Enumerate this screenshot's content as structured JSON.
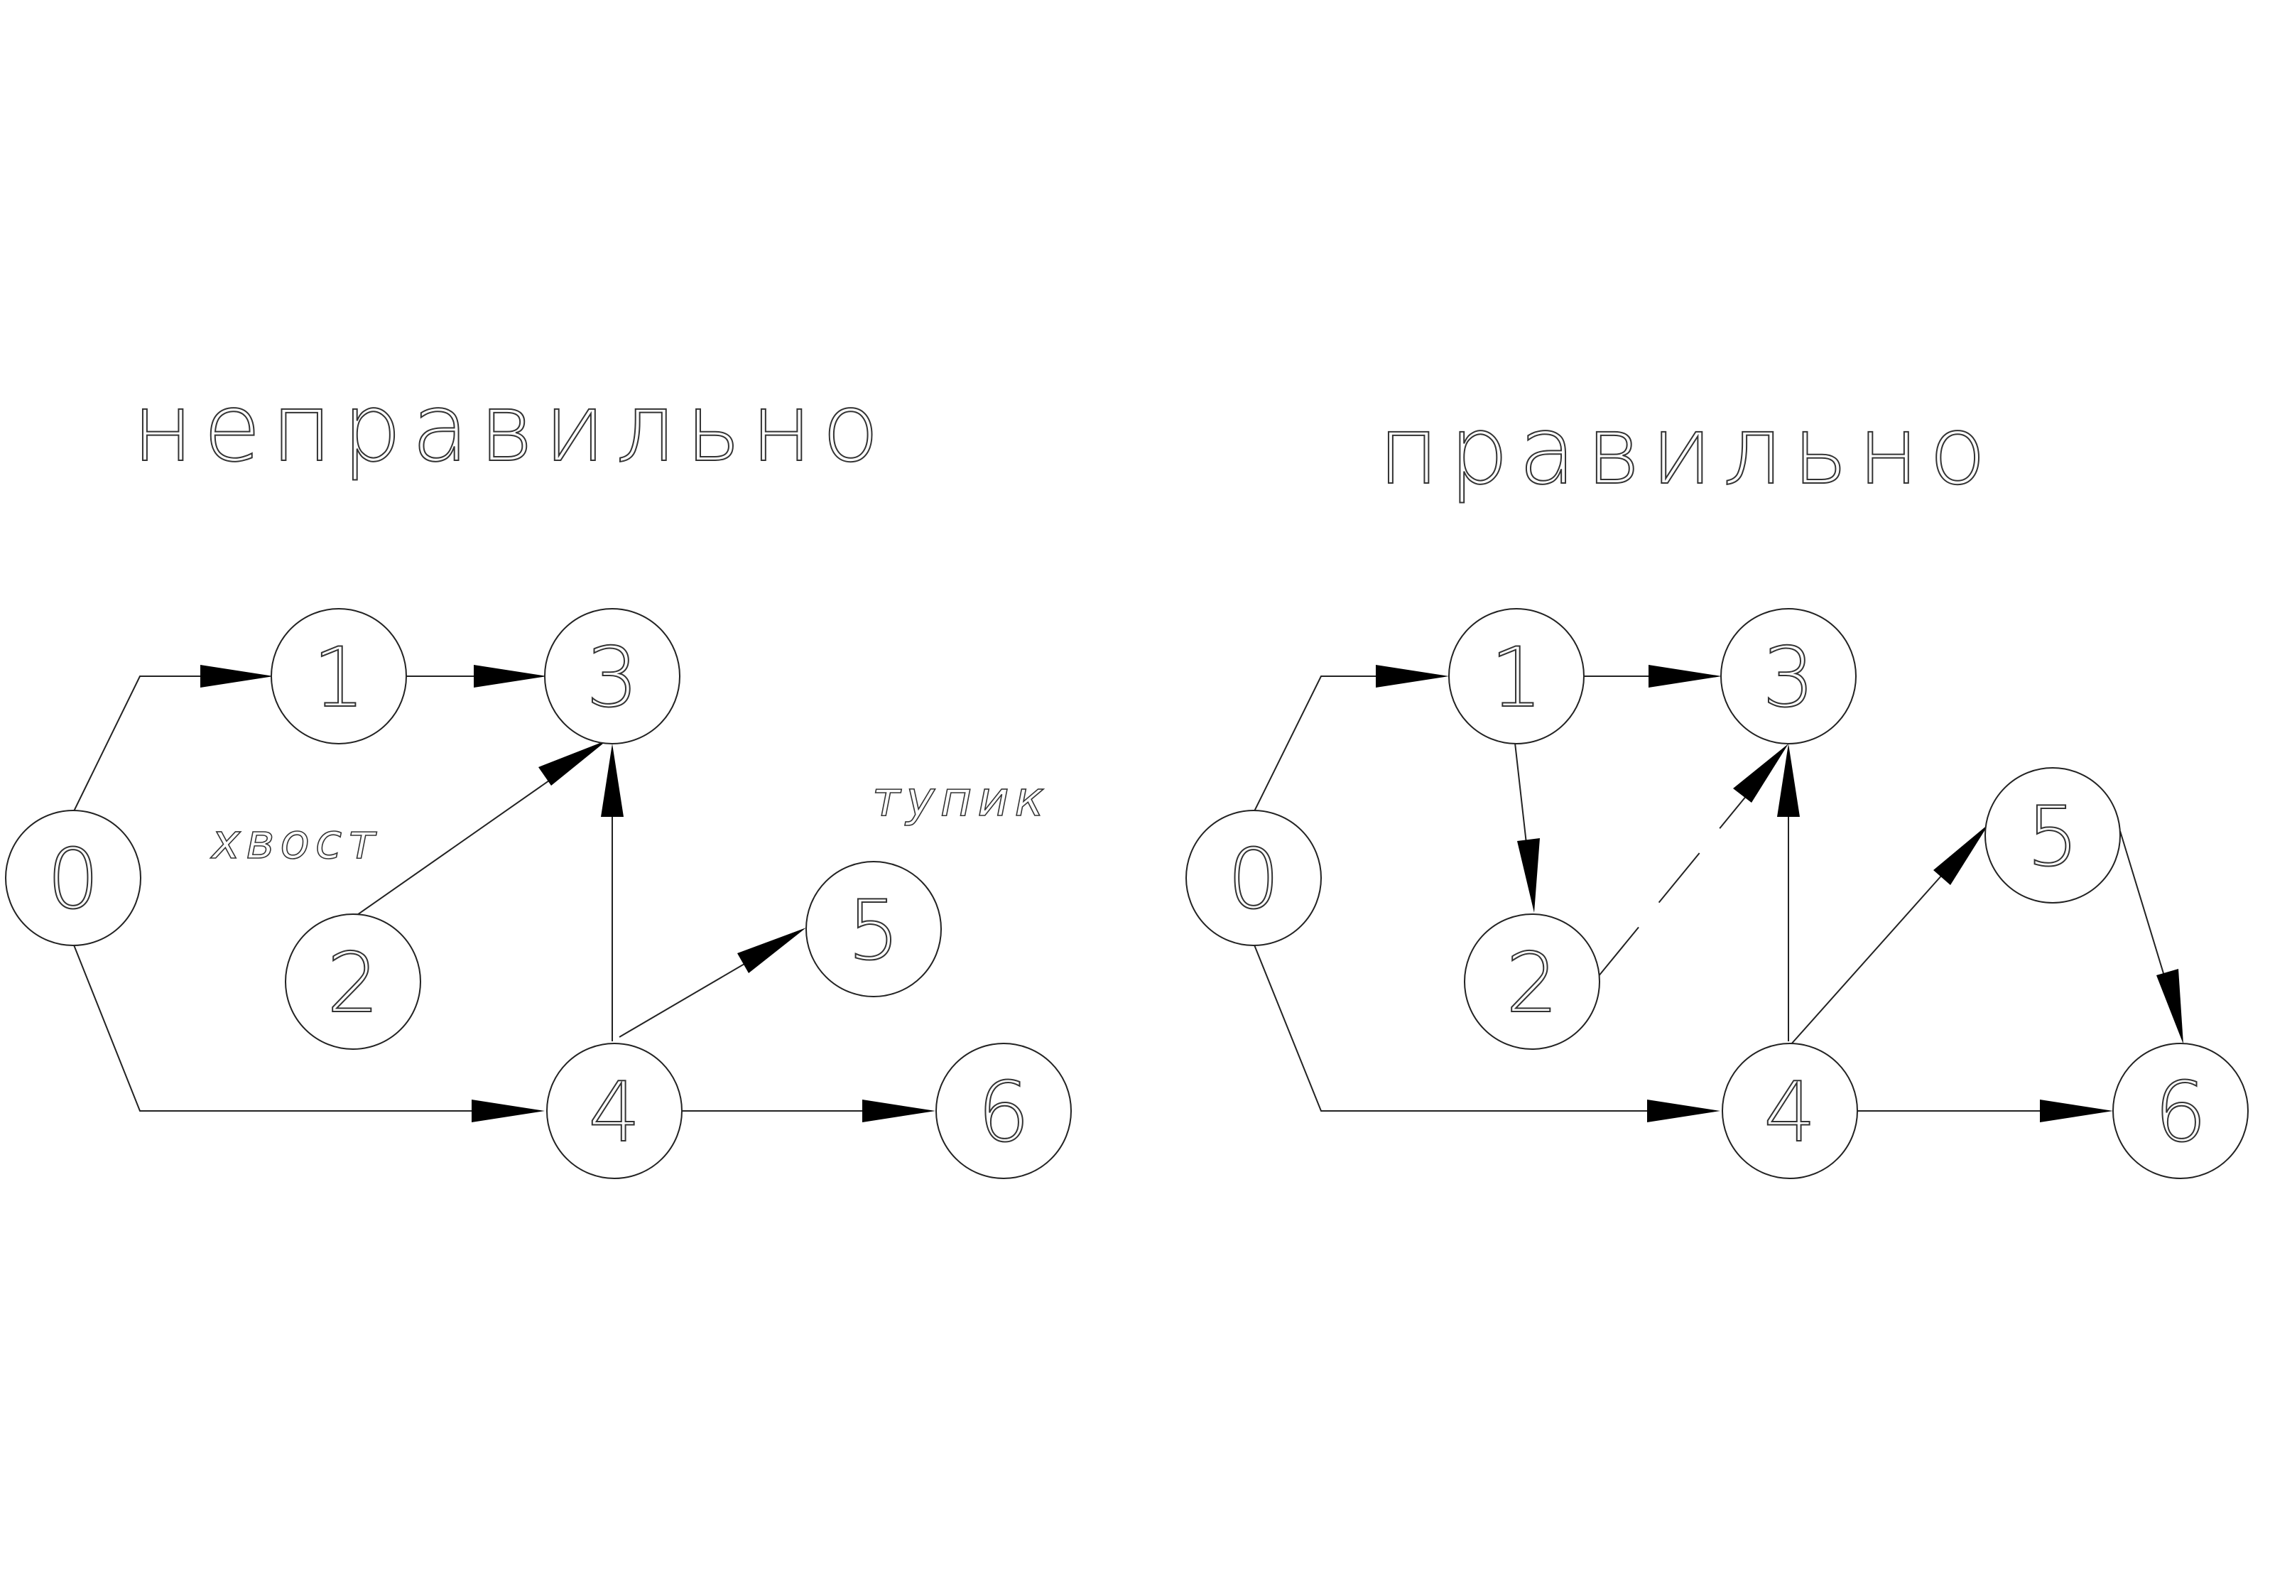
{
  "colors": {
    "line": "#222222",
    "arrowhead": "#000000",
    "background": "#ffffff"
  },
  "diagrams": [
    {
      "id": "left",
      "title": "неправильно",
      "annotations": [
        {
          "id": "tail",
          "text": "хвост"
        },
        {
          "id": "deadend",
          "text": "тупик"
        }
      ],
      "nodes": [
        "0",
        "1",
        "2",
        "3",
        "4",
        "5",
        "6"
      ],
      "edges": [
        {
          "from": "0",
          "to": "1",
          "style": "solid"
        },
        {
          "from": "1",
          "to": "3",
          "style": "solid"
        },
        {
          "from": "2",
          "to": "3",
          "style": "solid"
        },
        {
          "from": "4",
          "to": "3",
          "style": "solid"
        },
        {
          "from": "4",
          "to": "5",
          "style": "solid"
        },
        {
          "from": "4",
          "to": "6",
          "style": "solid"
        },
        {
          "from": "0",
          "to": "4",
          "style": "solid"
        }
      ]
    },
    {
      "id": "right",
      "title": "правильно",
      "annotations": [],
      "nodes": [
        "0",
        "1",
        "2",
        "3",
        "4",
        "5",
        "6"
      ],
      "edges": [
        {
          "from": "0",
          "to": "1",
          "style": "solid"
        },
        {
          "from": "1",
          "to": "3",
          "style": "solid"
        },
        {
          "from": "1",
          "to": "2",
          "style": "solid"
        },
        {
          "from": "2",
          "to": "3",
          "style": "dashed"
        },
        {
          "from": "4",
          "to": "3",
          "style": "solid"
        },
        {
          "from": "4",
          "to": "5",
          "style": "solid"
        },
        {
          "from": "5",
          "to": "6",
          "style": "solid"
        },
        {
          "from": "4",
          "to": "6",
          "style": "solid"
        },
        {
          "from": "0",
          "to": "4",
          "style": "solid"
        }
      ]
    }
  ]
}
